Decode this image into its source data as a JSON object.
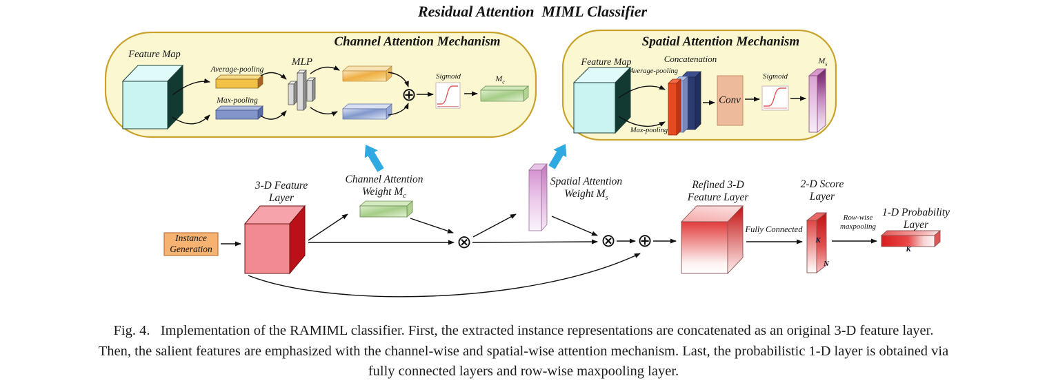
{
  "title": "Residual Attention  MIML Classifier",
  "channel_panel": {
    "title": "Channel Attention Mechanism",
    "feature_map": "Feature Map",
    "avg_pooling": "Average-pooling",
    "max_pooling": "Max-pooling",
    "mlp": "MLP",
    "sigmoid": "Sigmoid",
    "out_m": "M",
    "out_sub": "c"
  },
  "spatial_panel": {
    "title": "Spatial Attention Mechanism",
    "feature_map": "Feature Map",
    "concatenation": "Concatenation",
    "avg_pooling": "Average-pooling",
    "max_pooling": "Max-pooling",
    "conv": "Conv",
    "sigmoid": "Sigmoid",
    "out_m": "M",
    "out_sub": "s"
  },
  "pipeline": {
    "instance_generation": {
      "line1": "Instance",
      "line2": "Generation"
    },
    "feature_layer_3d": {
      "line1": "3-D Feature",
      "line2": "Layer"
    },
    "channel_weight": {
      "line1": "Channel Attention",
      "line2": "Weight ",
      "symbol": "M",
      "sub": "c"
    },
    "spatial_weight": {
      "line1": "Spatial Attention",
      "line2": "Weight ",
      "symbol": "M",
      "sub": "s"
    },
    "refined_layer": {
      "line1": "Refined 3-D",
      "line2": "Feature Layer"
    },
    "fully_connected": "Fully Connected",
    "score_layer": {
      "line1": "2-D Score",
      "line2": "Layer",
      "k": "K",
      "n": "N"
    },
    "rowwise": {
      "line1": "Row-wise",
      "line2": "maxpooling"
    },
    "prob_layer": {
      "line1": "1-D Probability",
      "line2": "Layer",
      "k": "K"
    }
  },
  "operators": {
    "otimes": "⊗",
    "oplus": "⊕"
  },
  "caption": {
    "line1": "Fig. 4.   Implementation of the RAMIML classifier. First, the extracted instance representations are concatenated as an original 3-D feature layer.",
    "line2": "Then, the salient features are emphasized with the channel-wise and spatial-wise attention mechanism. Last, the probabilistic 1-D layer is obtained via",
    "line3": "fully connected layers and row-wise maxpooling layer."
  },
  "colors": {
    "panel_fill": "#FBF7D0",
    "panel_border": "#C9A22B",
    "highlight_arrow_blue": "#2FA9E1",
    "feature_cube_front": "#C9F4F1",
    "feature_cube_side": "#123A33",
    "red_cube_front": "#F28A92",
    "red_cube_side": "#BB1017",
    "instance_box": "#F5B271",
    "conv_box": "#EDBA9C",
    "concat_red": "#E8491F",
    "concat_navy": "#2B3B72",
    "sigmoid_curve": "#E05858",
    "green_weight": "#A6CD88",
    "purple_weight": "#C377BC"
  }
}
